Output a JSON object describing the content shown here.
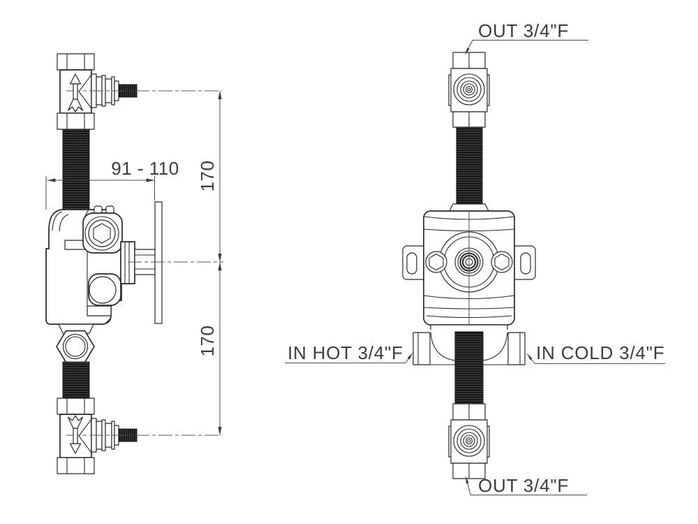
{
  "drawing": {
    "background_color": "#ffffff",
    "line_color": "#282828",
    "thin_line_color": "#4d4d4d",
    "text_color": "#3d3d3d",
    "thread_fill_color": "#141414",
    "labels": {
      "out_top": "OUT 3/4\"F",
      "in_hot": "IN HOT 3/4\"F",
      "in_cold": "IN COLD 3/4\"F",
      "out_bottom": "OUT 3/4\"F"
    },
    "dimensions": {
      "depth_range": "91 - 110",
      "upper_height": "170",
      "lower_height": "170"
    }
  }
}
